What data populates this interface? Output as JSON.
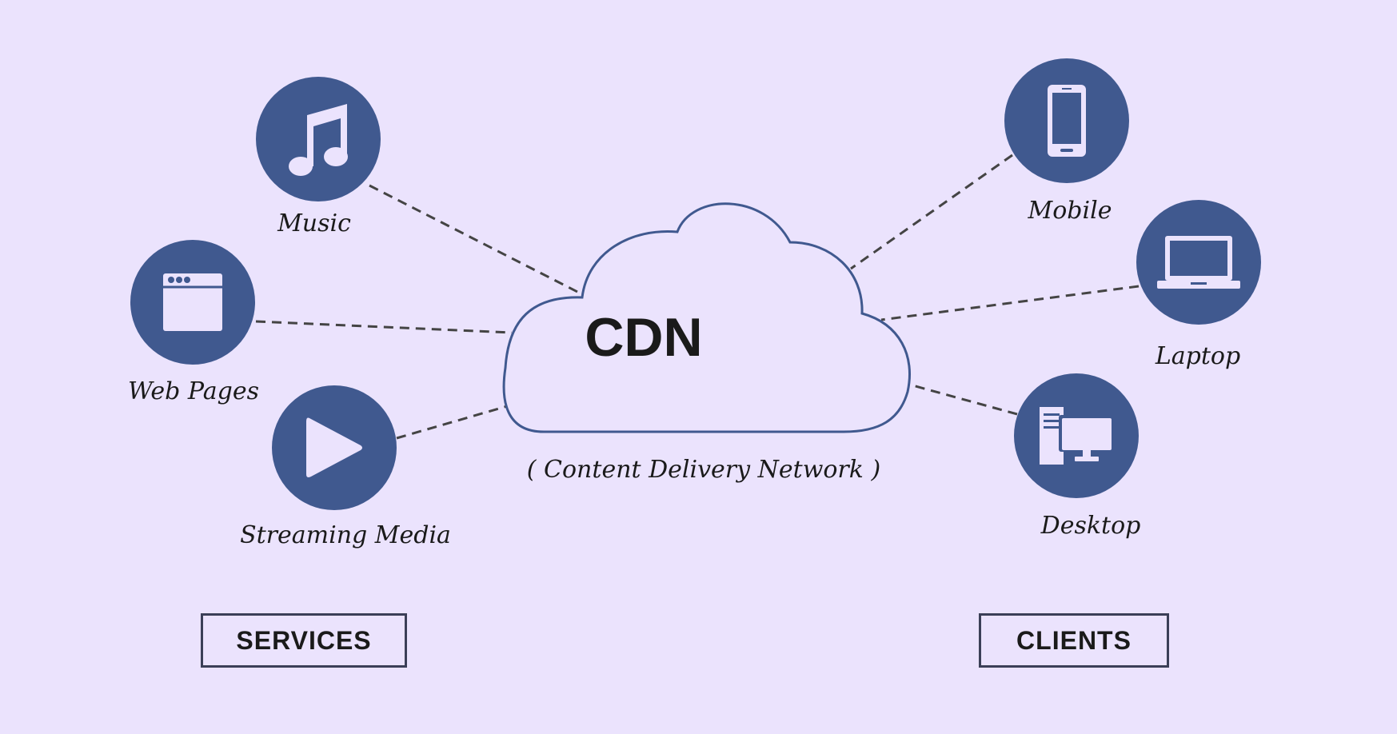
{
  "colors": {
    "background": "#ebe3fd",
    "node_fill": "#40598f",
    "icon_fill": "#ebe3fd",
    "cloud_stroke": "#40598f",
    "link_stroke": "#444444"
  },
  "cdn": {
    "title": "CDN",
    "subtitle": "( Content Delivery Network )"
  },
  "services": {
    "heading": "SERVICES",
    "items": [
      {
        "label": "Music",
        "icon": "music-note-icon"
      },
      {
        "label": "Web Pages",
        "icon": "browser-window-icon"
      },
      {
        "label": "Streaming Media",
        "icon": "play-icon"
      }
    ]
  },
  "clients": {
    "heading": "CLIENTS",
    "items": [
      {
        "label": "Mobile",
        "icon": "mobile-phone-icon"
      },
      {
        "label": "Laptop",
        "icon": "laptop-icon"
      },
      {
        "label": "Desktop",
        "icon": "desktop-computer-icon"
      }
    ]
  }
}
